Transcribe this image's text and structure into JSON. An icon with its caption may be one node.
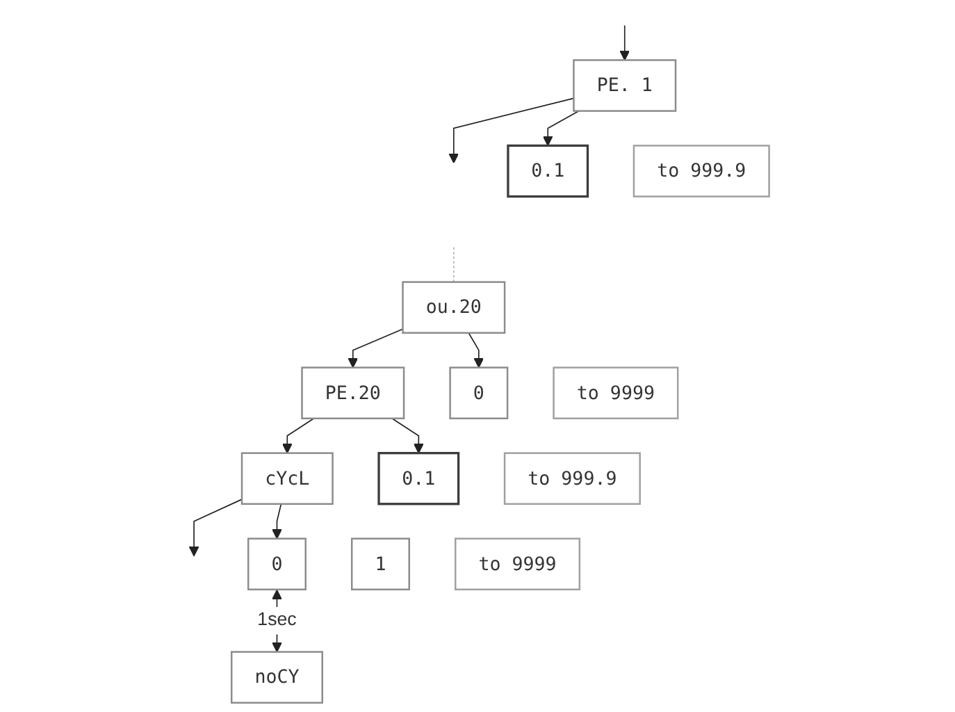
{
  "diagram": {
    "nodes": [
      {
        "text": [
          "PE. 1"
        ]
      },
      {
        "text": [
          "0.1"
        ]
      },
      {
        "text": [
          "to 999.9"
        ]
      },
      {
        "text": [
          "ou.20"
        ]
      },
      {
        "text": [
          "0"
        ]
      },
      {
        "text": [
          "to 9999"
        ]
      },
      {
        "text": [
          "PE.20"
        ]
      },
      {
        "text": [
          "0.1"
        ]
      },
      {
        "text": [
          "to 999.9"
        ]
      },
      {
        "text": [
          "cYcL"
        ]
      },
      {
        "text": [
          "0"
        ]
      },
      {
        "text": [
          "1"
        ]
      },
      {
        "text": [
          "to 9999"
        ]
      },
      {
        "text": [
          "noCY"
        ]
      }
    ],
    "edges": [
      {
        "from": null,
        "to": 0,
        "arrow": "to"
      },
      {
        "from": 0,
        "to": 1,
        "arrow": "to"
      },
      {
        "from": 0,
        "to": null,
        "arrow": "to"
      },
      {
        "from": null,
        "to": 3,
        "arrow": "none",
        "style": "dashed",
        "color": "#b0b0b0"
      },
      {
        "from": 3,
        "to": 4,
        "arrow": "to"
      },
      {
        "from": 3,
        "to": 6,
        "arrow": "to"
      },
      {
        "from": 6,
        "to": 7,
        "arrow": "to"
      },
      {
        "from": 6,
        "to": 9,
        "arrow": "to"
      },
      {
        "from": 9,
        "to": 10,
        "arrow": "to"
      },
      {
        "from": 9,
        "to": null,
        "arrow": "to"
      },
      {
        "from": 10,
        "to": 13,
        "arrow": "both",
        "label": "1sec"
      }
    ]
  }
}
